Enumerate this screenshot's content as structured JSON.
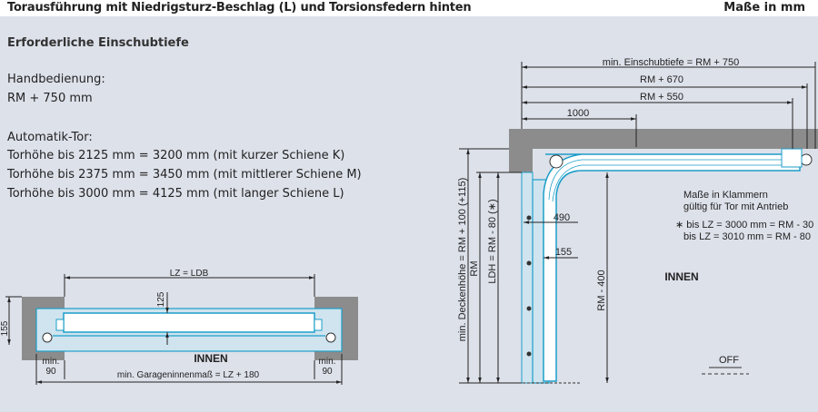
{
  "header": {
    "title": "Torausführung mit Niedrigsturz-Beschlag (L) und Torsionsfedern hinten",
    "unit": "Maße in mm"
  },
  "left_text": {
    "section_title": "Erforderliche Einschubtiefe",
    "manual_label": "Handbedienung:",
    "manual_value": "RM + 750 mm",
    "auto_label": "Automatik-Tor:",
    "auto_lines": [
      "Torhöhe bis 2125 mm = 3200 mm (mit kurzer Schiene K)",
      "Torhöhe bis 2375 mm = 3450 mm (mit mittlerer Schiene M)",
      "Torhöhe bis 3000 mm = 4125 mm (mit langer Schiene L)"
    ]
  },
  "plan_view": {
    "lz": "LZ = LDB",
    "dim_125": "125",
    "dim_155": "155",
    "inside": "INNEN",
    "min_left_1": "min.",
    "min_left_2": "90",
    "min_right_1": "min.",
    "min_right_2": "90",
    "garage": "min. Garageninnenmaß = LZ + 180"
  },
  "section_view": {
    "einschub": "min. Einschubtiefe = RM + 750",
    "rm670": "RM + 670",
    "rm550": "RM + 550",
    "d1000": "1000",
    "d490": "490",
    "d155": "155",
    "deckenhoehe": "min. Deckenhöhe = RM + 100 (+115)",
    "rm": "RM",
    "ldh": "LDH = RM - 80 (∗)",
    "rm400": "RM  - 400",
    "inside": "INNEN",
    "off": "OFF",
    "note_1": "Maße in Klammern",
    "note_2": "gültig für Tor mit Antrieb",
    "note_3": "∗ bis LZ = 3000 mm = RM - 30",
    "note_4": "bis LZ = 3010 mm = RM - 80"
  },
  "colors": {
    "background": "#dde1ea",
    "wall": "#8c8c8c",
    "rail": "#ffffff",
    "rail_edge": "#1c9ec9",
    "door": "#cfe4ef"
  }
}
